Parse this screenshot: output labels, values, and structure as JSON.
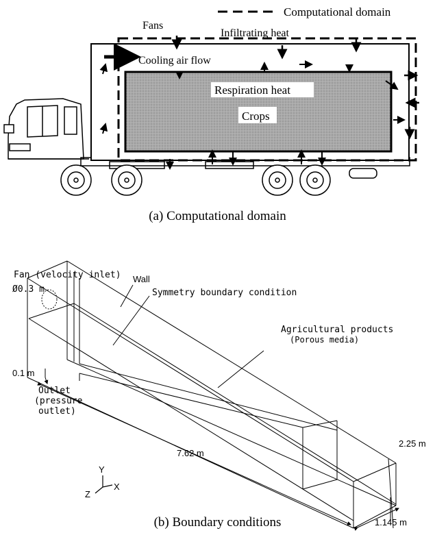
{
  "figure_a": {
    "legend_label": "Computational domain",
    "fans_label": "Fans",
    "infiltrating_label": "Infiltrating heat",
    "cooling_label": "Cooling air flow",
    "respiration_label": "Respiration heat",
    "crops_label": "Crops",
    "caption": "(a)  Computational domain"
  },
  "figure_b": {
    "fan_label": "Fan (velocity inlet)",
    "diameter_label": "Ø0.3 m",
    "wall_label": "Wall",
    "symmetry_label": "Symmetry boundary condition",
    "products_label": "Agricultural products",
    "porous_label": "(Porous media)",
    "gap_label": "0.1 m",
    "outlet_label": "Outlet",
    "outlet_type_line1": "(pressure",
    "outlet_type_line2": "outlet)",
    "length_label": "7.62 m",
    "height_label": "2.25 m",
    "width_label": "1.145 m",
    "axis_y": "Y",
    "axis_z": "Z",
    "axis_x": "X",
    "caption": "(b)  Boundary conditions"
  },
  "colors": {
    "crops_fill": "#a9a9a9",
    "line": "#000000"
  }
}
